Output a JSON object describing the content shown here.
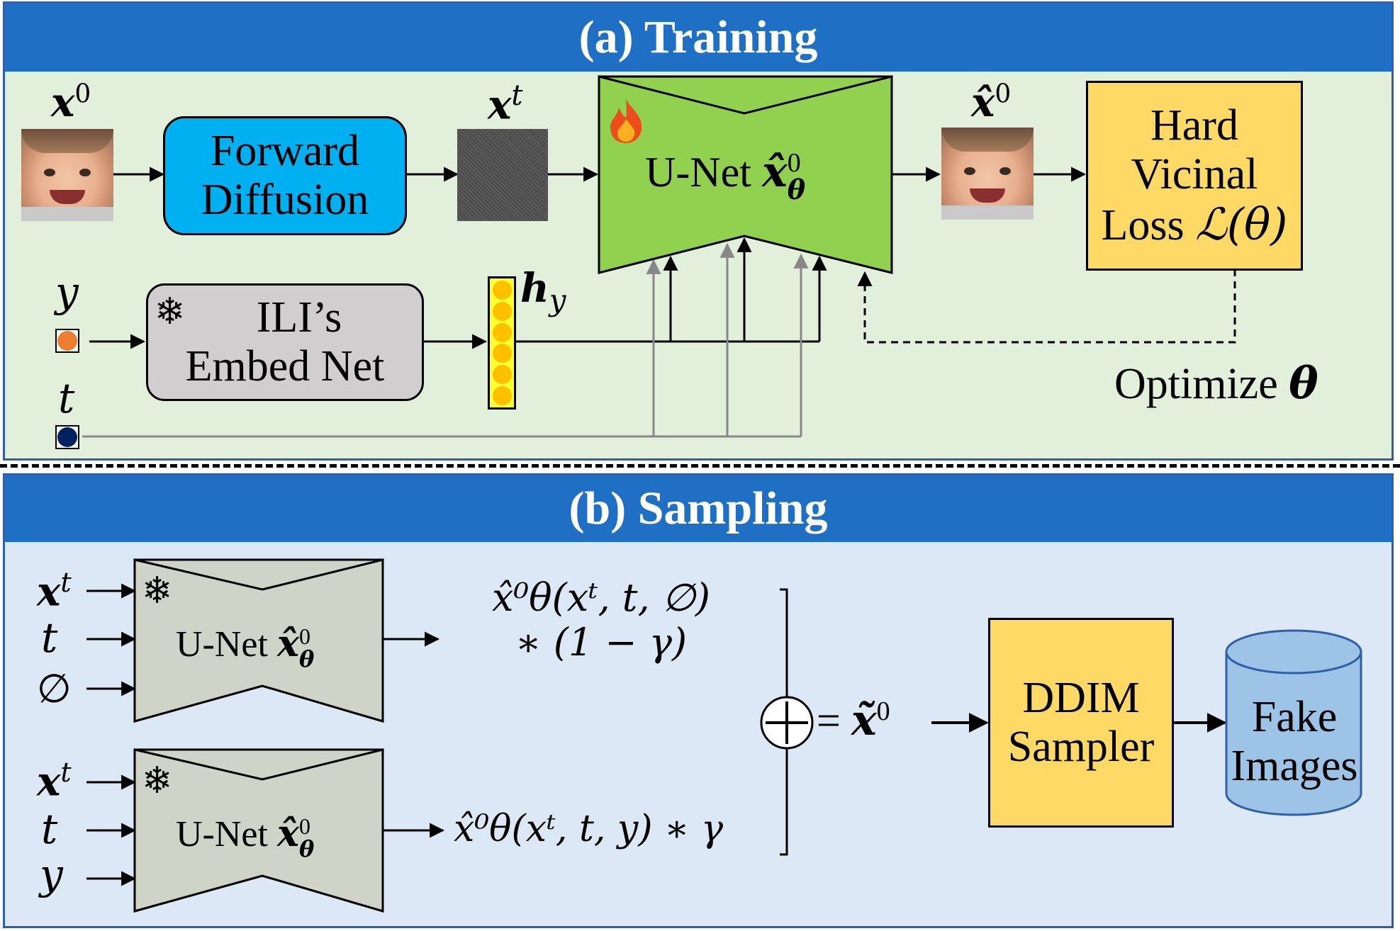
{
  "panel_a": {
    "title": "(a) Training",
    "x0_label": "x",
    "x0_sup": "0",
    "xt_label": "x",
    "xt_sup": "t",
    "xhat_label": "x̂",
    "xhat_sup": "0",
    "forward_diffusion": [
      "Forward",
      "Diffusion"
    ],
    "unet_text": "U-Net",
    "unet_math": "x̂",
    "unet_math_sup": "0",
    "unet_math_sub": "θ",
    "loss_line1": "Hard Vicinal",
    "loss_line2_text": "Loss ",
    "loss_line2_math": "ℒ(θ)",
    "y_label": "y",
    "t_label": "t",
    "embed_net": [
      "ILI’s",
      "Embed Net"
    ],
    "hy_label": "h",
    "hy_sub": "y",
    "optimize_text": "Optimize ",
    "optimize_math": "θ",
    "colors": {
      "unet_fill": "#92d050",
      "forward_fill": "#00b0f0",
      "loss_fill": "#ffd966",
      "embed_fill": "#d0cece",
      "y_node": "#ed7d31",
      "t_node": "#002060",
      "arrow_gray": "#888888"
    },
    "icons": {
      "unet_badge": "flame-icon",
      "embed_badge": "snowflake-icon"
    }
  },
  "panel_b": {
    "title": "(b) Sampling",
    "top_inputs": [
      "x",
      "t",
      "∅"
    ],
    "top_inputs_sup": [
      "t",
      "",
      ""
    ],
    "bottom_inputs": [
      "x",
      "t",
      "y"
    ],
    "bottom_inputs_sup": [
      "t",
      "",
      ""
    ],
    "unet_text": "U-Net",
    "unet_math": "x̂",
    "unet_math_sup": "0",
    "unet_math_sub": "θ",
    "top_output_line1": "x̂⁰θ(xᵗ, t, ∅)",
    "top_output_line2": "∗ (1 − γ)",
    "bottom_output": "x̂⁰θ(xᵗ, t, y) ∗ γ",
    "sum_symbol": "+",
    "equals": "=",
    "xtilde": "x̃",
    "xtilde_sup": "0",
    "ddim": [
      "DDIM",
      "Sampler"
    ],
    "fake_images": [
      "Fake",
      "Images"
    ],
    "colors": {
      "unet_fill": "#d0d4c8",
      "ddim_fill": "#ffd966",
      "cylinder_fill": "#9dc3e6"
    },
    "icons": {
      "unet_badge": "snowflake-icon"
    }
  }
}
